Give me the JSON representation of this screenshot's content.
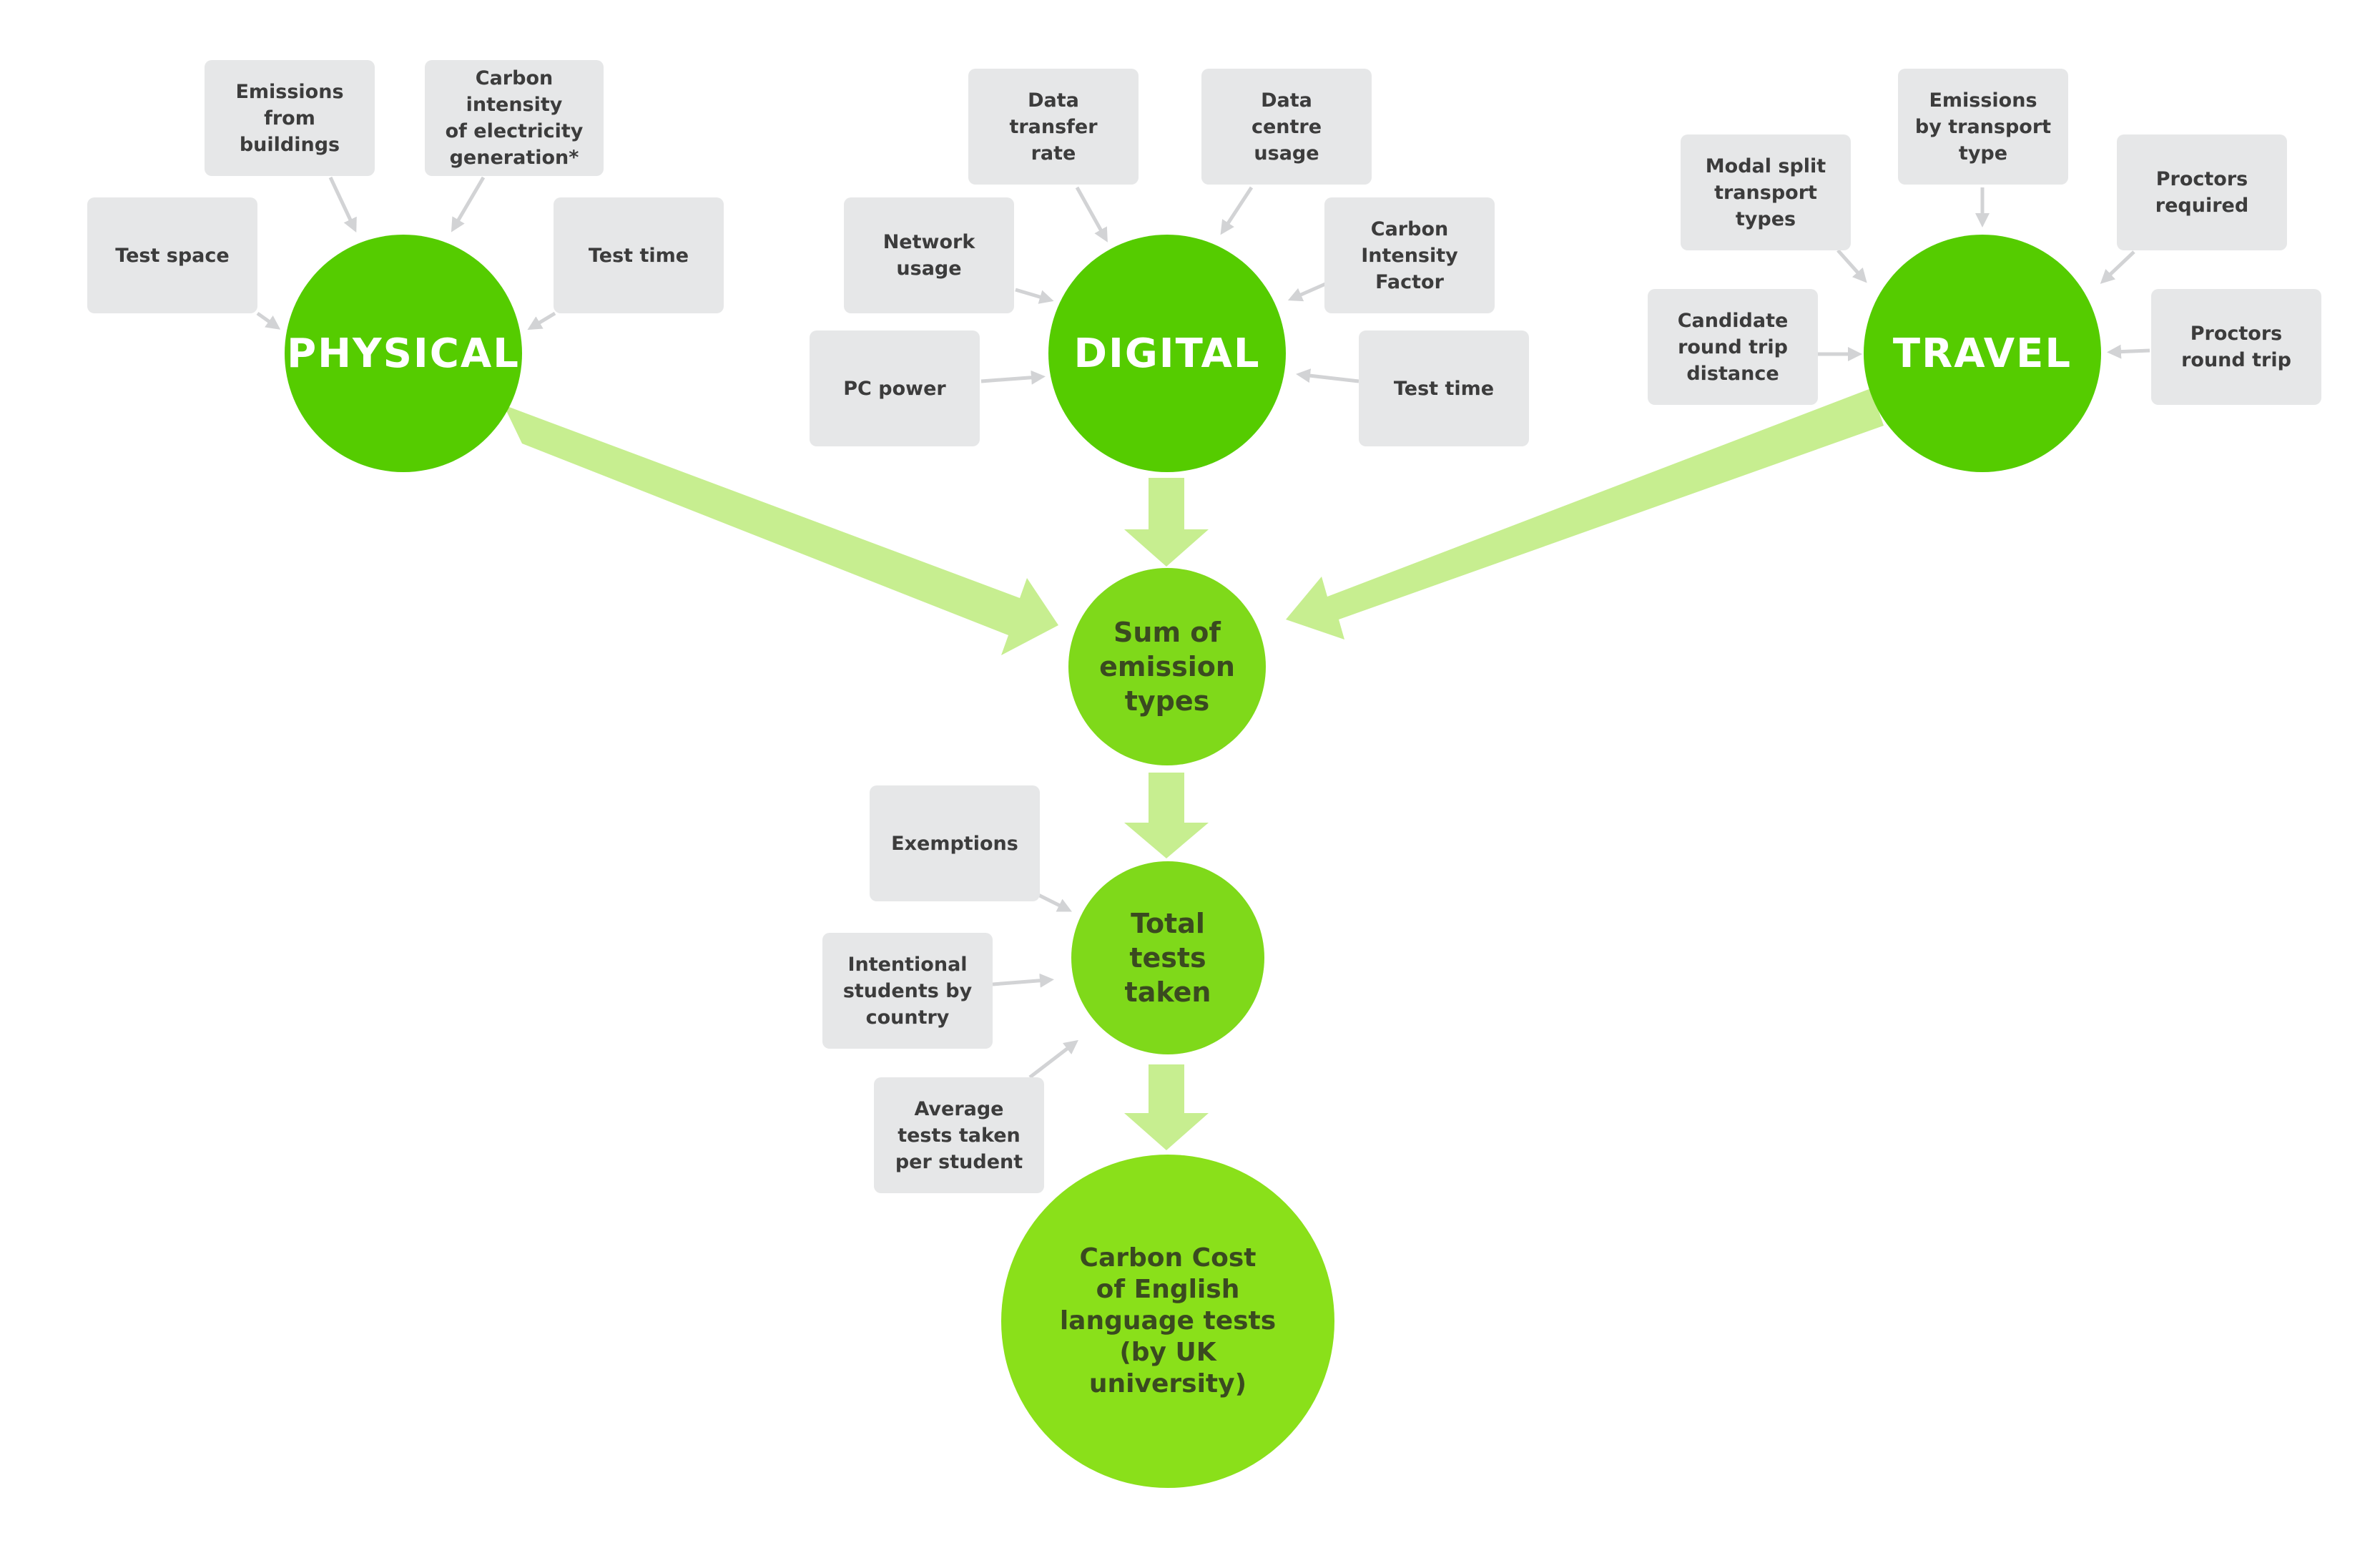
{
  "colors": {
    "category_circle": "#55cc00",
    "intermediate_circle": "#7fd91a",
    "result_circle": "#8ae01a",
    "big_arrow": "#c7ee90",
    "factor_box": "#e6e7e8",
    "small_arrow": "#d2d3d5"
  },
  "categories": {
    "physical": {
      "label": "PHYSICAL",
      "factors": {
        "test_space": "Test space",
        "emissions_buildings": "Emissions\nfrom\nbuildings",
        "carbon_intensity_electricity": "Carbon intensity\nof electricity\ngeneration*",
        "test_time": "Test time"
      }
    },
    "digital": {
      "label": "DIGITAL",
      "factors": {
        "network_usage": "Network\nusage",
        "data_transfer_rate": "Data\ntransfer\nrate",
        "data_centre_usage": "Data\ncentre\nusage",
        "carbon_intensity_factor": "Carbon\nIntensity\nFactor",
        "pc_power": "PC power",
        "test_time": "Test time"
      }
    },
    "travel": {
      "label": "TRAVEL",
      "factors": {
        "modal_split": "Modal split\ntransport\ntypes",
        "emissions_transport": "Emissions\nby transport\ntype",
        "proctors_required": "Proctors\nrequired",
        "candidate_round_trip": "Candidate\nround trip\ndistance",
        "proctors_round_trip": "Proctors\nround trip"
      }
    }
  },
  "sum": {
    "label": "Sum of\nemission\ntypes"
  },
  "total_tests": {
    "label": "Total\ntests\ntaken",
    "factors": {
      "exemptions": "Exemptions",
      "intentional_students": "Intentional\nstudents by\ncountry",
      "average_tests": "Average\ntests taken\nper student"
    }
  },
  "result": {
    "label": "Carbon Cost\nof English\nlanguage tests\n(by UK university)"
  }
}
